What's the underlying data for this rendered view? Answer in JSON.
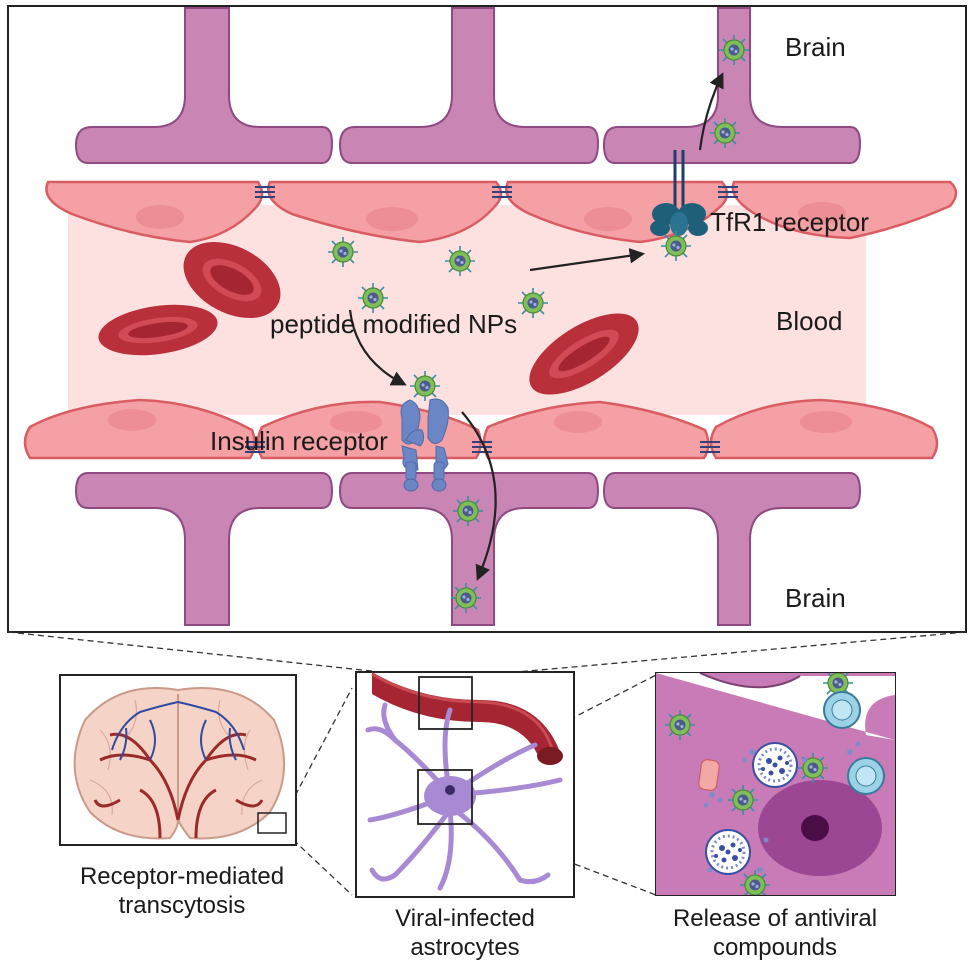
{
  "main_panel": {
    "labels": {
      "brain_top": "Brain",
      "brain_bottom": "Brain",
      "blood": "Blood",
      "tfr1": "TfR1 receptor",
      "peptide_nps": "peptide modified NPs",
      "insulin": "Insulin receptor"
    }
  },
  "sub_panels": [
    {
      "caption": "Receptor-mediated transcytosis"
    },
    {
      "caption": "Viral-infected astrocytes"
    },
    {
      "caption": "Release of antiviral compounds"
    }
  ],
  "colors": {
    "astrocyte_foot": "#c985b4",
    "endothelium": "#f4a0a4",
    "blood_lumen": "#fde2e2",
    "red_blood_cell": "#b9303b",
    "nanoparticle": "#6aa84f",
    "tfr1": "#1e5f7a",
    "insulin_receptor": "#6b86c4"
  }
}
